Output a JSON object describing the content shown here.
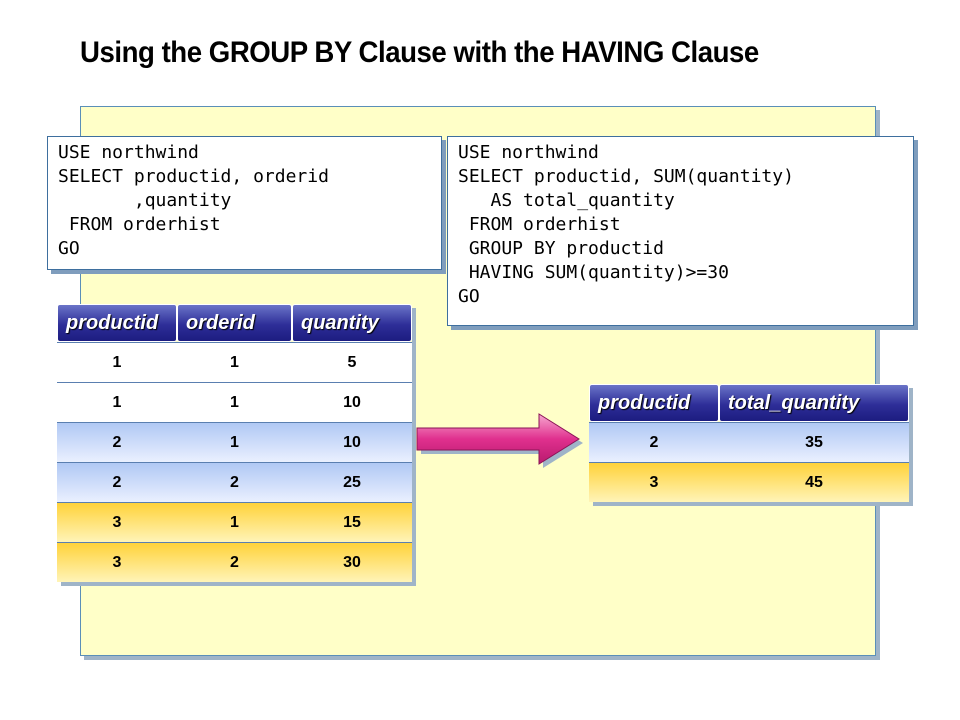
{
  "title": "Using the GROUP BY Clause with the HAVING Clause",
  "query1": "USE northwind\nSELECT productid, orderid\n       ,quantity\n FROM orderhist\nGO",
  "query2": "USE northwind\nSELECT productid, SUM(quantity)\n   AS total_quantity\n FROM orderhist\n GROUP BY productid\n HAVING SUM(quantity)>=30\nGO",
  "table1": {
    "headers": [
      "productid",
      "orderid",
      "quantity"
    ],
    "rows": [
      [
        "1",
        "1",
        "5"
      ],
      [
        "1",
        "1",
        "10"
      ],
      [
        "2",
        "1",
        "10"
      ],
      [
        "2",
        "2",
        "25"
      ],
      [
        "3",
        "1",
        "15"
      ],
      [
        "3",
        "2",
        "30"
      ]
    ]
  },
  "table2": {
    "headers": [
      "productid",
      "total_quantity"
    ],
    "rows": [
      [
        "2",
        "35"
      ],
      [
        "3",
        "45"
      ]
    ]
  },
  "colors": {
    "panel": "#ffffc8",
    "header": "#2e2e98",
    "arrow": "#e0308e",
    "group2": "#b0c8f4",
    "group3": "#ffd23a"
  },
  "arrow_icon": "right-arrow-icon"
}
